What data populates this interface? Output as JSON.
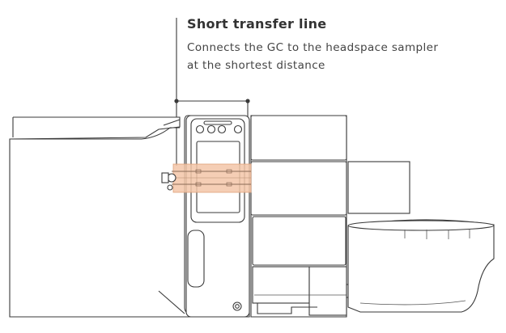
{
  "callout": {
    "title": "Short transfer line",
    "lines": [
      "Connects the GC to the headspace sampler",
      "at the shortest distance"
    ]
  },
  "colors": {
    "outline": "#3a3a3a",
    "highlight": "#f3c6a8",
    "background": "#ffffff"
  },
  "icons": {
    "gc_buttons": [
      "circle-button-icon",
      "circle-button-icon",
      "circle-button-icon",
      "circle-button-icon"
    ],
    "power": "power-icon"
  }
}
